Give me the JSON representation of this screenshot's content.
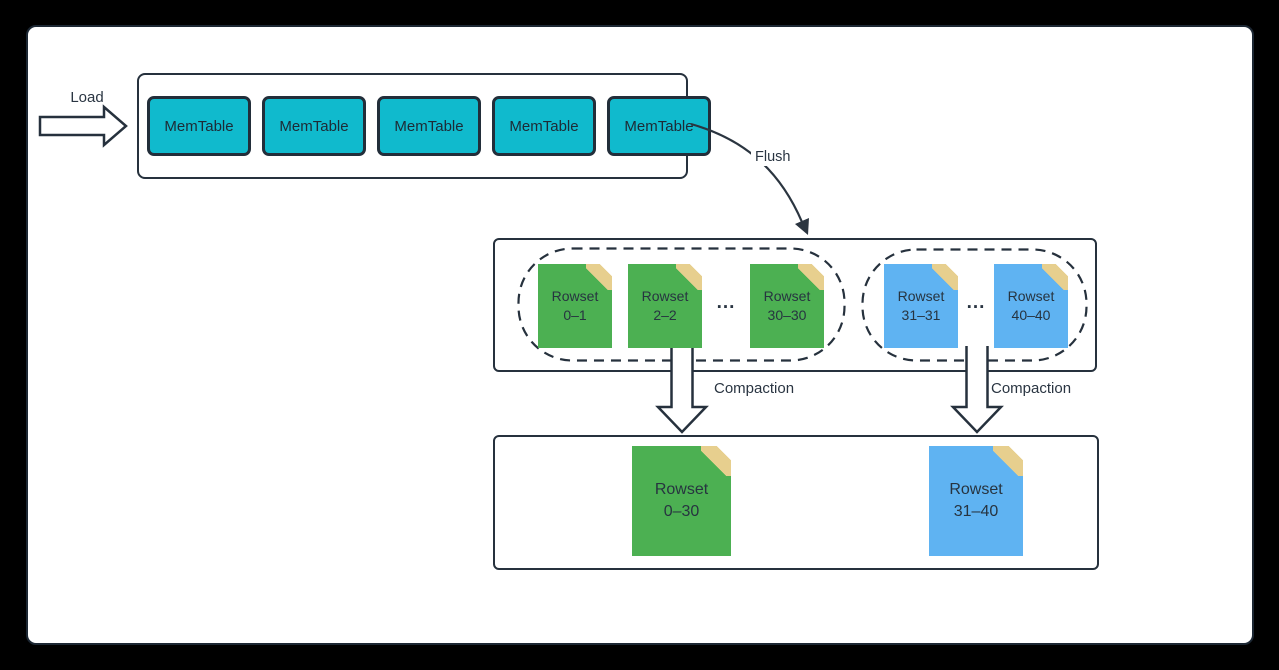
{
  "diagram": {
    "load_label": "Load",
    "flush_label": "Flush",
    "compaction_left_label": "Compaction",
    "compaction_right_label": "Compaction",
    "ellipsis": "..."
  },
  "memtables": {
    "items": [
      "MemTable",
      "MemTable",
      "MemTable",
      "MemTable",
      "MemTable"
    ]
  },
  "level1": {
    "green_group": {
      "rowsets": [
        {
          "name": "Rowset",
          "range": "0–1"
        },
        {
          "name": "Rowset",
          "range": "2–2"
        },
        {
          "name": "Rowset",
          "range": "30–30"
        }
      ],
      "ellipsis": "..."
    },
    "blue_group": {
      "rowsets": [
        {
          "name": "Rowset",
          "range": "31–31"
        },
        {
          "name": "Rowset",
          "range": "40–40"
        }
      ],
      "ellipsis": "..."
    }
  },
  "level2": {
    "green_rowset": {
      "name": "Rowset",
      "range": "0–30"
    },
    "blue_rowset": {
      "name": "Rowset",
      "range": "31–40"
    }
  },
  "colors": {
    "memtable": "#10bacd",
    "rowset_green": "#4cb052",
    "rowset_blue": "#5fb3f2",
    "fold": "#e7cf8e",
    "stroke": "#26313d"
  }
}
